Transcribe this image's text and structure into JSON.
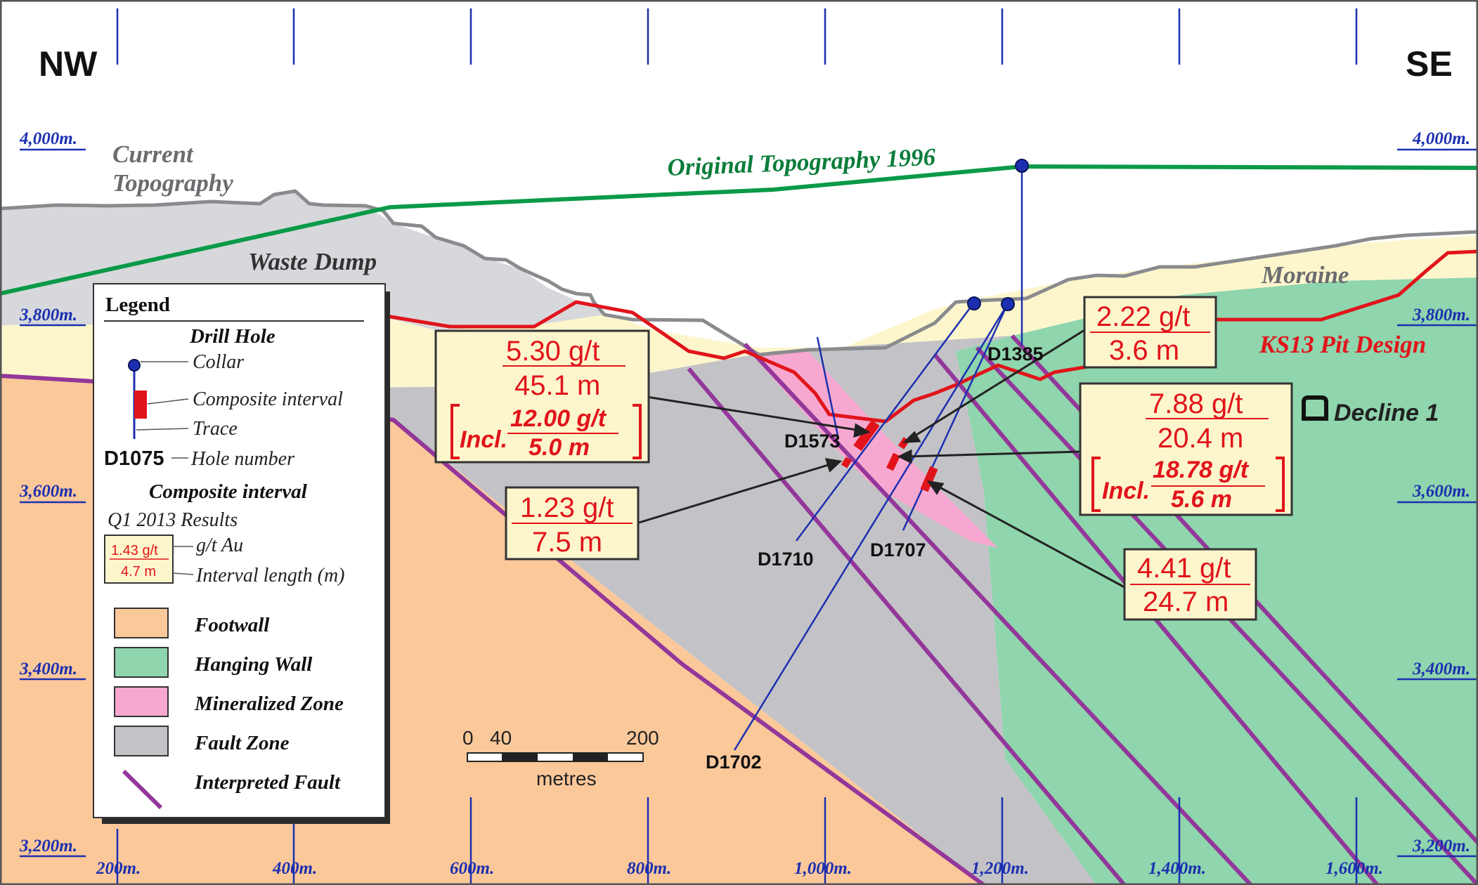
{
  "direction": {
    "left": "NW",
    "right": "SE"
  },
  "elevations": [
    "4,000m.",
    "3,800m.",
    "3,600m.",
    "3,400m.",
    "3,200m."
  ],
  "eastings": [
    "200m.",
    "400m.",
    "600m.",
    "800m.",
    "1,000m.",
    "1,200m.",
    "1,400m.",
    "1,600m."
  ],
  "labels": {
    "current_topography_1": "Current",
    "current_topography_2": "Topography",
    "original_topography": "Original Topography 1996",
    "waste_dump": "Waste Dump",
    "moraine": "Moraine",
    "pit_design": "KS13 Pit Design",
    "decline": "Decline 1"
  },
  "holes": [
    "D1385",
    "D1573",
    "D1710",
    "D1707",
    "D1702"
  ],
  "callouts": [
    {
      "grade": "5.30  g/t",
      "length": "45.1 m",
      "incl_prefix": "Incl.",
      "incl_grade": "12.00 g/t",
      "incl_length": "5.0 m"
    },
    {
      "grade": "1.23 g/t",
      "length": "7.5 m"
    },
    {
      "grade": "2.22 g/t",
      "length": "3.6 m"
    },
    {
      "grade": "7.88  g/t",
      "length": "20.4 m",
      "incl_prefix": "Incl.",
      "incl_grade": "18.78 g/t",
      "incl_length": "5.6 m"
    },
    {
      "grade": "4.41 g/t",
      "length": "24.7 m"
    }
  ],
  "legend": {
    "title": "Legend",
    "drill_hole": "Drill Hole",
    "collar": "Collar",
    "composite_interval": "Composite interval",
    "trace": "Trace",
    "hole_example": "D1075",
    "hole_number": "Hole number",
    "composite_heading": "Composite interval",
    "results": "Q1 2013 Results",
    "sample_grade": "1.43 g/t",
    "sample_length": "4.7 m",
    "grade_unit": "g/t Au",
    "length_desc": "Interval length  (m)",
    "units": [
      {
        "label": "Footwall",
        "color": "#fbc89a"
      },
      {
        "label": "Hanging Wall",
        "color": "#8fd5ad"
      },
      {
        "label": "Mineralized Zone",
        "color": "#f7a8d0"
      },
      {
        "label": "Fault Zone",
        "color": "#c3c3c7"
      },
      {
        "label": "Interpreted Fault",
        "color": "#93379a"
      }
    ]
  },
  "scale": {
    "tick0": "0",
    "tick1": "40",
    "tick2": "200",
    "unit": "metres"
  },
  "colors": {
    "footwall": "#fbc89a",
    "hanging_wall": "#8fd5ad",
    "mineralized": "#f7a8d0",
    "fault_zone": "#c3c3c7",
    "fault_line": "#93379a",
    "waste_dump": "#d7d8dc",
    "moraine": "#fdf6cc",
    "original_topo": "#0a9a48",
    "pit": "#e1141b",
    "grid": "#1c2fb0",
    "callout_bg": "#fdf6cc"
  }
}
